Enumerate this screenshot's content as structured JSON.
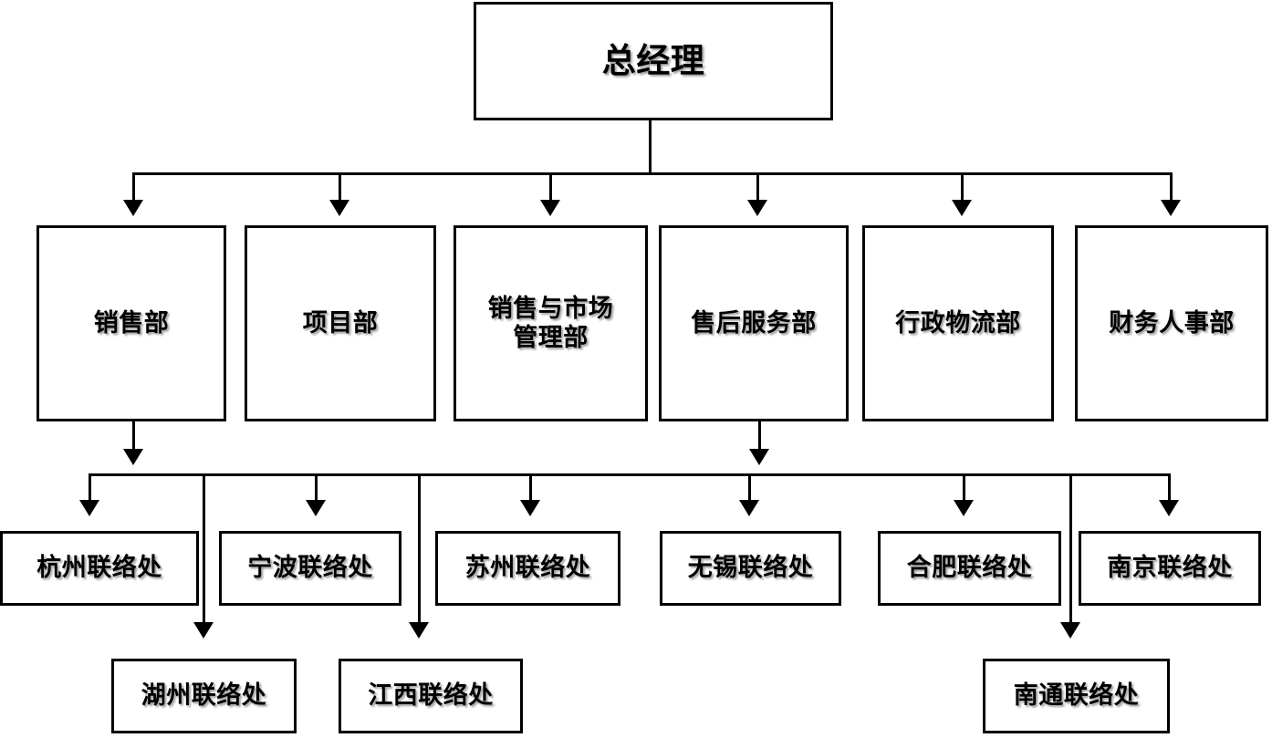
{
  "diagram": {
    "title_node": {
      "id": "gm",
      "label": "总经理"
    },
    "departments": [
      {
        "id": "dept-sales",
        "label": "销售部"
      },
      {
        "id": "dept-project",
        "label": "项目部"
      },
      {
        "id": "dept-sales-marketing",
        "label": "销售与市场\n管理部"
      },
      {
        "id": "dept-after-sales",
        "label": "售后服务部"
      },
      {
        "id": "dept-admin-logistics",
        "label": "行政物流部"
      },
      {
        "id": "dept-finance-hr",
        "label": "财务人事部"
      }
    ],
    "offices_row": [
      {
        "id": "office-hangzhou",
        "label": "杭州联络处"
      },
      {
        "id": "office-ningbo",
        "label": "宁波联络处"
      },
      {
        "id": "office-suzhou",
        "label": "苏州联络处"
      },
      {
        "id": "office-wuxi",
        "label": "无锡联络处"
      },
      {
        "id": "office-hefei",
        "label": "合肥联络处"
      },
      {
        "id": "office-nanjing",
        "label": "南京联络处"
      }
    ],
    "offices_bottom": [
      {
        "id": "office-huzhou",
        "label": "湖州联络处"
      },
      {
        "id": "office-jiangxi",
        "label": "江西联络处"
      },
      {
        "id": "office-nantong",
        "label": "南通联络处"
      }
    ],
    "colors": {
      "line": "#000000",
      "box_border": "#000000",
      "box_fill": "#ffffff",
      "text": "#000000",
      "background": "#ffffff"
    }
  }
}
